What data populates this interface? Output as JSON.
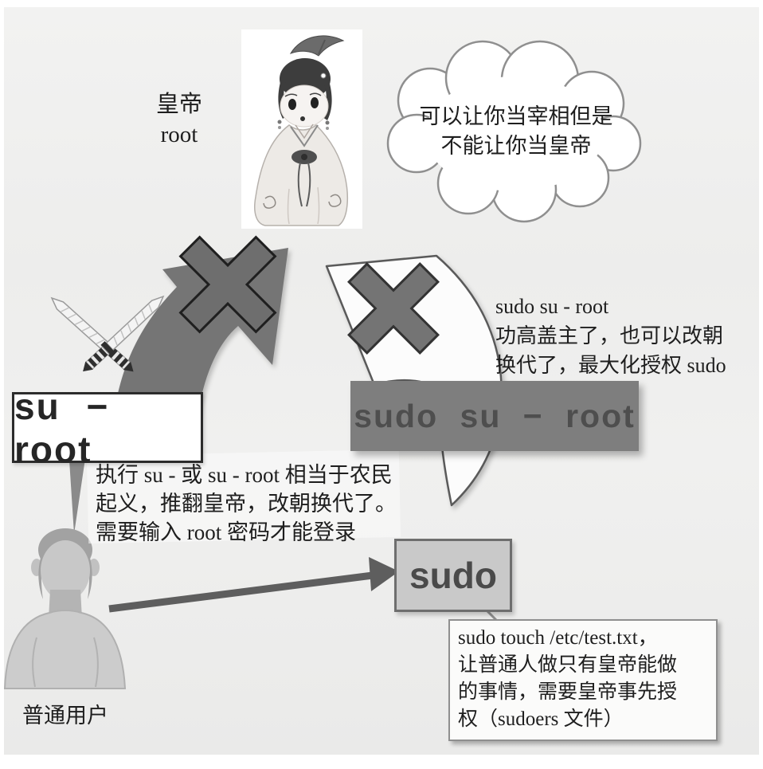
{
  "emperor": {
    "label": [
      "皇帝",
      "root"
    ]
  },
  "cloud": {
    "lines": [
      "可以让你当宰相但是",
      "不能让你当皇帝"
    ]
  },
  "boxes": {
    "su_root": "su − root",
    "sudo_su_root": "sudo su − root",
    "sudo": "sudo"
  },
  "notes": {
    "su": [
      "执行 su - 或 su - root 相当于农民",
      "起义，推翻皇帝，改朝换代了。",
      "需要输入 root 密码才能登录"
    ],
    "sudo_su": [
      "sudo su - root",
      "功高盖主了，也可以改朝",
      "换代了，最大化授权 sudo"
    ],
    "sudo": [
      "sudo touch /etc/test.txt，",
      "让普通人做只有皇帝能做",
      "的事情，需要皇帝事先授",
      "权（sudoers 文件）"
    ]
  },
  "user": {
    "label": "普通用户"
  },
  "icons": {
    "gray_arrow": "curved-arrow-up-right-icon",
    "white_arrow": "curved-arrow-up-left-icon",
    "gray_x": "cross-mark-icon",
    "white_arrow_x": "cross-mark-icon",
    "swords": "crossed-swords-icon",
    "cloud": "thought-cloud",
    "emperor_art": "emperor-illustration",
    "user_art": "user-silhouette"
  },
  "colors": {
    "background": "#efefee",
    "arrow_gray": "#757575",
    "x_mark_fill": "#6e6e6e",
    "x_mark_outline": "#1f1f1f",
    "command_box_dark": "#7e7e7e",
    "command_box_light": "#c9c9c9",
    "white_arrow_fill": "#fcfcfc",
    "text": "#1e1e1e"
  }
}
